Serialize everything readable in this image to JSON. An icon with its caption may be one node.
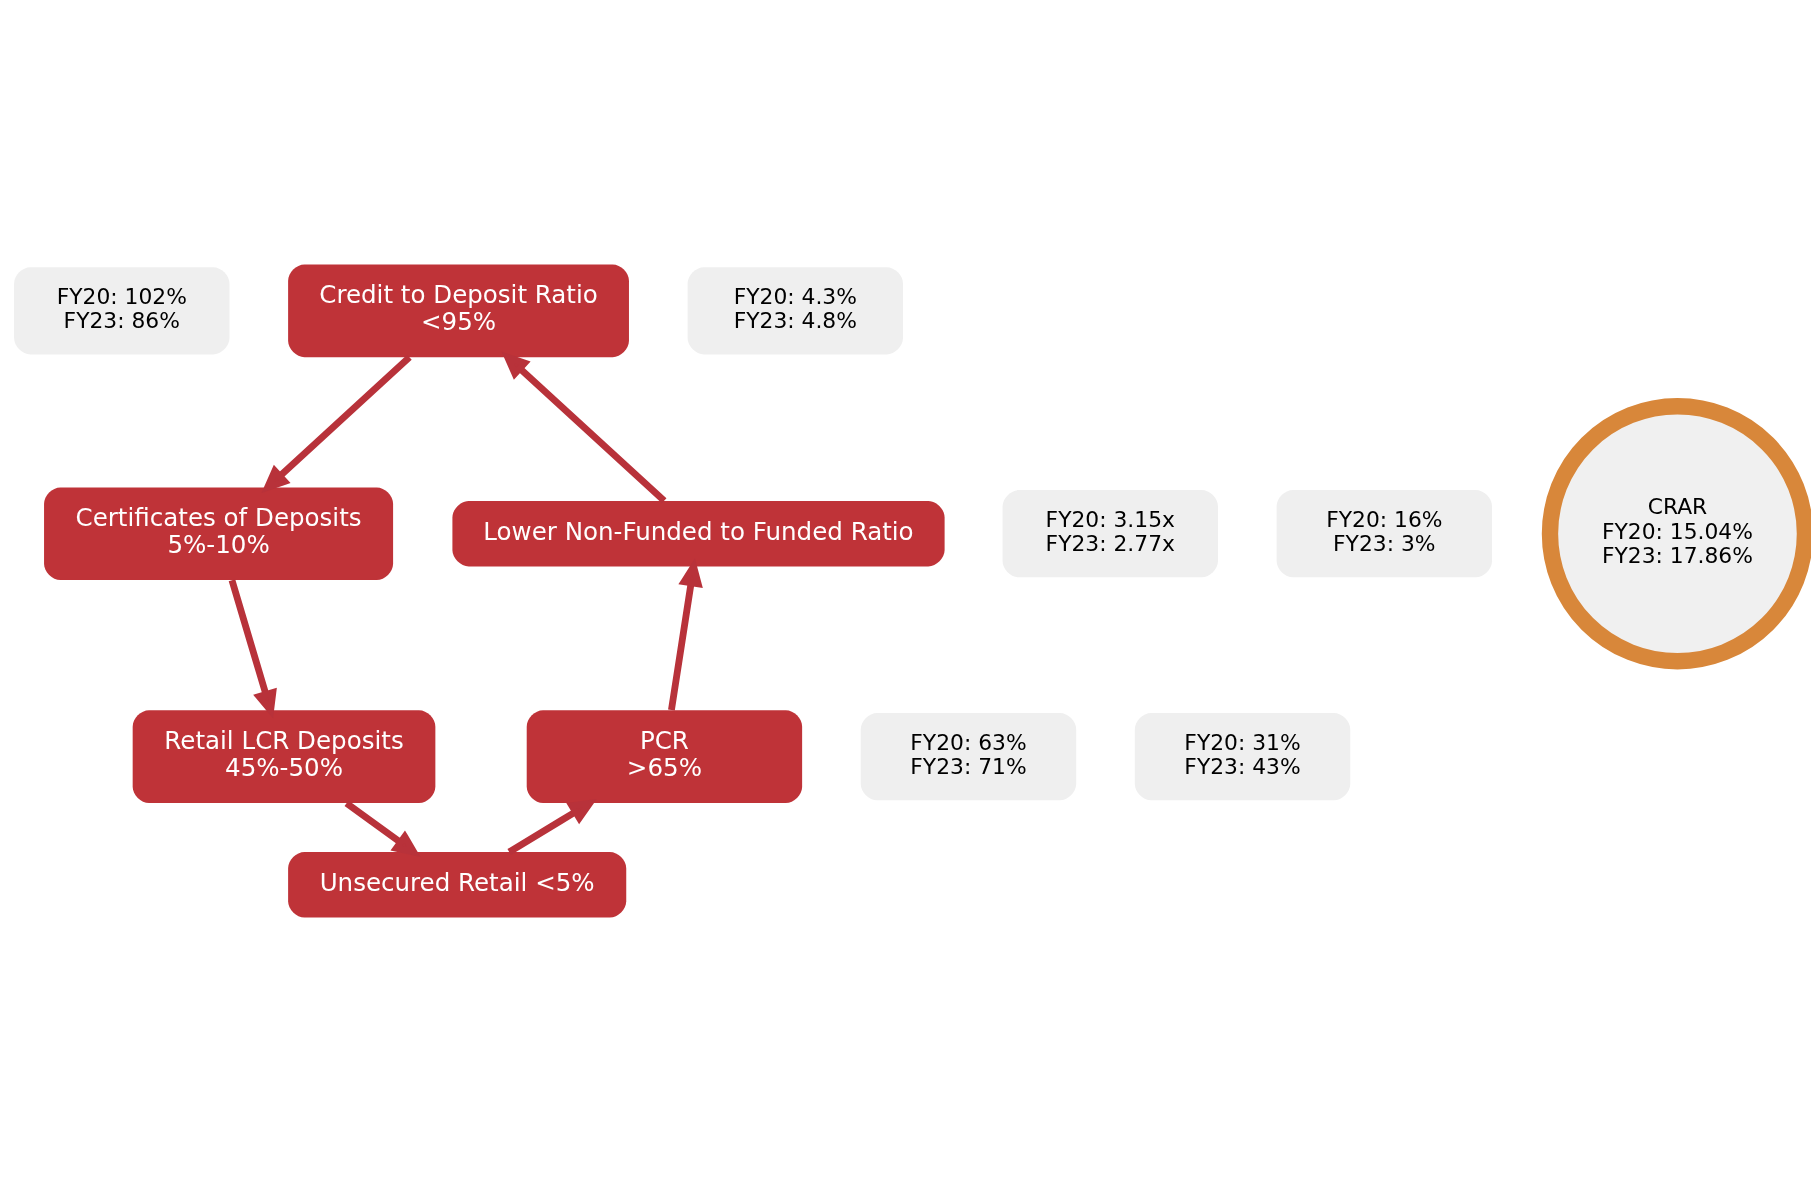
{
  "diagram": {
    "nodes": [
      {
        "text": [
          "FY20: 102%",
          "FY23: 86%"
        ]
      },
      {
        "text": [
          "Credit to Deposit Ratio",
          "<95%"
        ]
      },
      {
        "text": [
          "Lower Non-Funded to Funded Ratio"
        ]
      },
      {
        "text": [
          "Certificates of Deposits",
          "5%-10%"
        ]
      },
      {
        "text": [
          "FY20: 3.15x",
          "FY23: 2.77x"
        ]
      },
      {
        "text": [
          "FY20: 16%",
          "FY23: 3%"
        ]
      },
      {
        "text": [
          "CRAR",
          "FY20: 15.04%",
          "FY23: 17.86%"
        ]
      },
      {
        "text": [
          "PCR",
          ">65%"
        ]
      },
      {
        "text": [
          "Retail LCR Deposits",
          "45%-50%"
        ]
      },
      {
        "text": [
          "FY20: 63%",
          "FY23: 71%"
        ]
      },
      {
        "text": [
          "FY20: 31%",
          "FY23: 43%"
        ]
      },
      {
        "text": [
          "Unsecured Retail <5%"
        ]
      },
      {
        "text": [
          "FY20: 4.3%",
          "FY23: 4.8%"
        ]
      }
    ],
    "edges": [
      {
        "from": 1,
        "to": 3,
        "arrow": "to"
      },
      {
        "from": 3,
        "to": 8,
        "arrow": "to"
      },
      {
        "from": 8,
        "to": 11,
        "arrow": "to"
      },
      {
        "from": 11,
        "to": 7,
        "arrow": "to"
      },
      {
        "from": 7,
        "to": 2,
        "arrow": "to"
      },
      {
        "from": 2,
        "to": 1,
        "arrow": "to"
      }
    ]
  }
}
